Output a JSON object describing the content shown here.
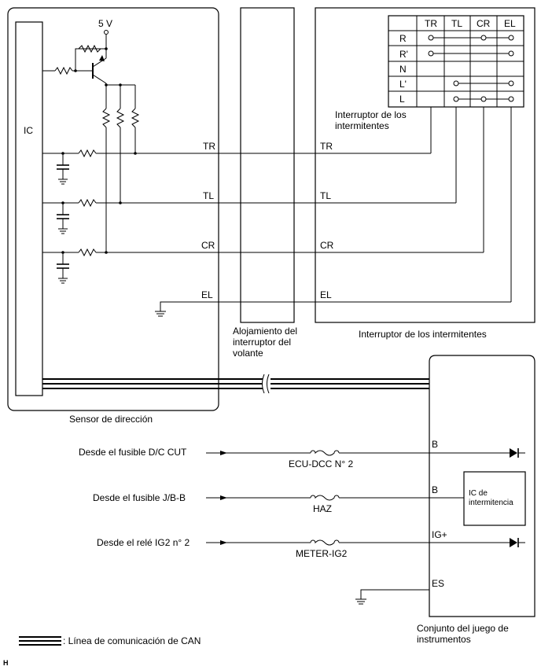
{
  "labels": {
    "supply": "5 V",
    "ic": "IC",
    "steering_sensor": "Sensor de dirección",
    "housing_line1": "Alojamiento del",
    "housing_line2": "interruptor del",
    "housing_line3": "volante",
    "turn_switch_caption": "Interruptor de los intermitentes",
    "turn_switch_inner_line1": "Interruptor de los",
    "turn_switch_inner_line2": "intermitentes",
    "flasher_ic_line1": "IC de",
    "flasher_ic_line2": "intermitencia",
    "meter_line1": "Conjunto del juego de",
    "meter_line2": "instrumentos",
    "can_legend": ": Línea de comunicación de CAN",
    "corner_mark": "H"
  },
  "signals": {
    "tr": "TR",
    "tl": "TL",
    "cr": "CR",
    "el": "EL"
  },
  "switch_table": {
    "columns": [
      "TR",
      "TL",
      "CR",
      "EL"
    ],
    "rows": [
      "R",
      "R'",
      "N",
      "L'",
      "L"
    ]
  },
  "power_inputs": [
    {
      "source": "Desde el fusible D/C CUT",
      "fuse": "ECU-DCC N° 2",
      "terminal": "B"
    },
    {
      "source": "Desde el fusible J/B-B",
      "fuse": "HAZ",
      "terminal": "B"
    },
    {
      "source": "Desde el relé IG2 n° 2",
      "fuse": "METER-IG2",
      "terminal": "IG+"
    }
  ],
  "ground_terminal": "ES"
}
